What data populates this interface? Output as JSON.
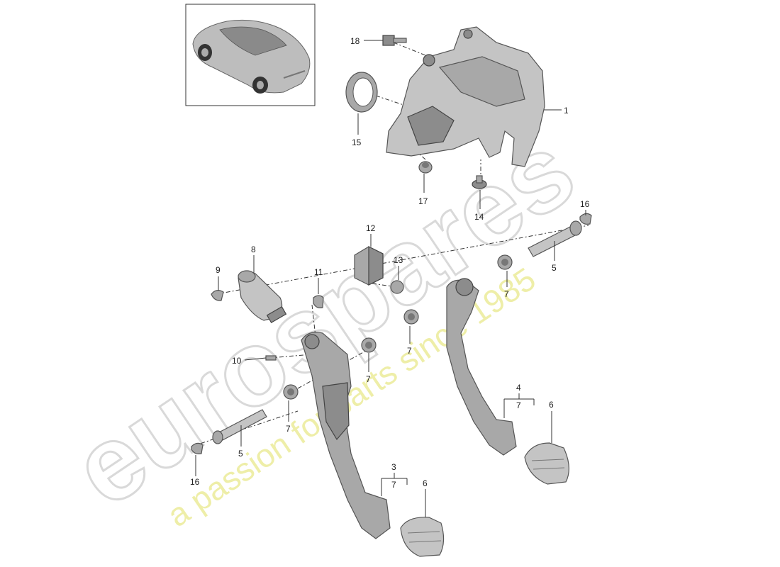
{
  "watermark": {
    "brand": "eurospares",
    "tagline": "a passion for parts since 1985"
  },
  "callouts": [
    {
      "id": "c18",
      "label": "18"
    },
    {
      "id": "c1",
      "label": "1"
    },
    {
      "id": "c15",
      "label": "15"
    },
    {
      "id": "c17",
      "label": "17"
    },
    {
      "id": "c14",
      "label": "14"
    },
    {
      "id": "c16a",
      "label": "16"
    },
    {
      "id": "c12",
      "label": "12"
    },
    {
      "id": "c13",
      "label": "13"
    },
    {
      "id": "c5a",
      "label": "5"
    },
    {
      "id": "c7a",
      "label": "7"
    },
    {
      "id": "c8",
      "label": "8"
    },
    {
      "id": "c9",
      "label": "9"
    },
    {
      "id": "c11",
      "label": "11"
    },
    {
      "id": "c7b",
      "label": "7"
    },
    {
      "id": "c10",
      "label": "10"
    },
    {
      "id": "c7c",
      "label": "7"
    },
    {
      "id": "c7d",
      "label": "7"
    },
    {
      "id": "c5b",
      "label": "5"
    },
    {
      "id": "c16b",
      "label": "16"
    },
    {
      "id": "c4",
      "label": "4"
    },
    {
      "id": "c7e",
      "label": "7"
    },
    {
      "id": "c6a",
      "label": "6"
    },
    {
      "id": "c3",
      "label": "3"
    },
    {
      "id": "c7f",
      "label": "7"
    },
    {
      "id": "c6b",
      "label": "6"
    }
  ]
}
